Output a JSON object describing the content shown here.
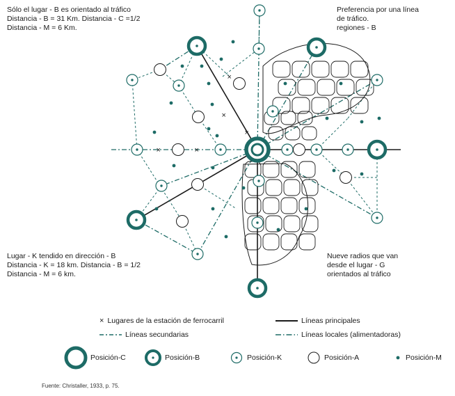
{
  "texts": {
    "top_left": [
      "Sólo el lugar - B es orientado al tráfico",
      "Distancia - B = 31 Km. Distancia - C =1/2",
      "Distancia - M = 6 Km."
    ],
    "top_right": [
      "Preferencia por una línea",
      "de tráfico.",
      "regiones - B"
    ],
    "bottom_left": [
      "Lugar - K tendido en dirección - B",
      "Distancia - K = 18 km. Distancia - B = 1/2",
      "Distancia - M =  6 km."
    ],
    "bottom_right": [
      "Nueve radios que van",
      "desde el lugar - G",
      "orientados al tráfico"
    ]
  },
  "legend": {
    "station": "Lugares de la estación de ferrocarril",
    "main_lines": "Líneas principales",
    "secondary_lines": "Líneas secundarias",
    "local_lines": "Líneas locales (alimentadoras)",
    "pos_c": "Posición-C",
    "pos_b": "Posición-B",
    "pos_k": "Posición-K",
    "pos_a": "Posición-A",
    "pos_m": "Posición-M"
  },
  "source": "Fuente: Christaller, 1933, p. 75.",
  "colors": {
    "teal": "#1d6b66",
    "ink": "#1a1a1a"
  }
}
